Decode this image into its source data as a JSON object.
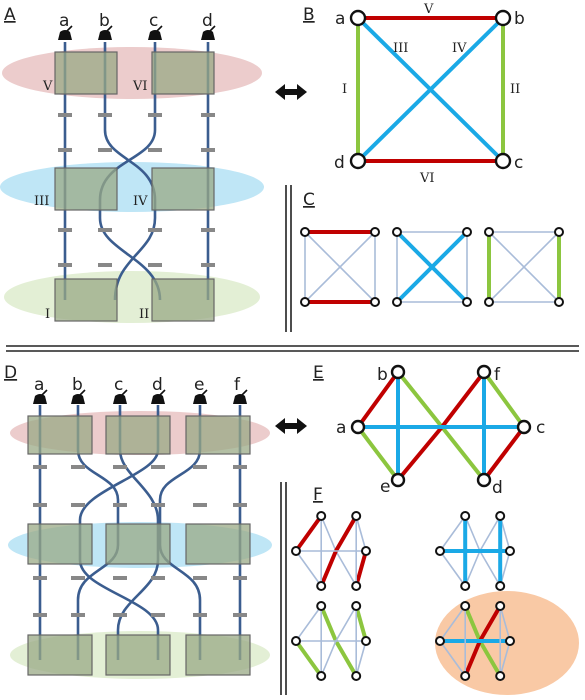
{
  "colors": {
    "red": "#c00000",
    "blue": "#1aa9e6",
    "green": "#8cc63f",
    "light_edge": "#a9bcd9",
    "wire": "#3b5d8f",
    "box_fill": "#9aaa85",
    "tick": "#888888",
    "ellipse_red": "#eccccc",
    "ellipse_blue": "#bfe6f6",
    "ellipse_green": "#e3efd5",
    "highlight": "#f9c9a5"
  },
  "panels": {
    "A": {
      "letter": "A",
      "top_labels": [
        "a",
        "b",
        "c",
        "d"
      ],
      "box_labels": [
        "V",
        "VI",
        "III",
        "IV",
        "I",
        "II"
      ]
    },
    "B": {
      "letter": "B",
      "node_labels": [
        "a",
        "b",
        "c",
        "d"
      ],
      "edge_labels": [
        "V",
        "VI",
        "I",
        "II",
        "III",
        "IV"
      ]
    },
    "C": {
      "letter": "C"
    },
    "D": {
      "letter": "D",
      "top_labels": [
        "a",
        "b",
        "c",
        "d",
        "e",
        "f"
      ]
    },
    "E": {
      "letter": "E",
      "node_labels": [
        "a",
        "b",
        "c",
        "d",
        "e",
        "f"
      ]
    },
    "F": {
      "letter": "F"
    }
  },
  "icons": {
    "double_arrow": "double-arrow-icon",
    "detector": "detector-icon"
  }
}
